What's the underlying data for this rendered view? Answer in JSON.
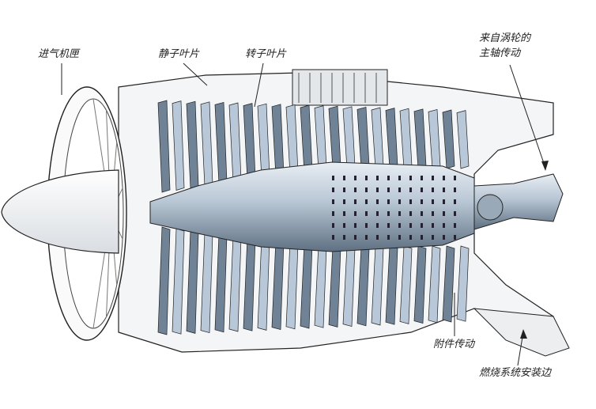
{
  "labels": {
    "intake_casing": "进气机匣",
    "stator_blades": "静子叶片",
    "rotor_blades": "转子叶片",
    "main_shaft_drive_line1": "来自涡轮的",
    "main_shaft_drive_line2": "主轴传动",
    "accessory_drive": "附件传动",
    "combustion_mounting_flange": "燃烧系统安装边"
  },
  "colors": {
    "blade": "#b9c8d8",
    "blade_dark": "#6f8296",
    "line": "#222222"
  }
}
